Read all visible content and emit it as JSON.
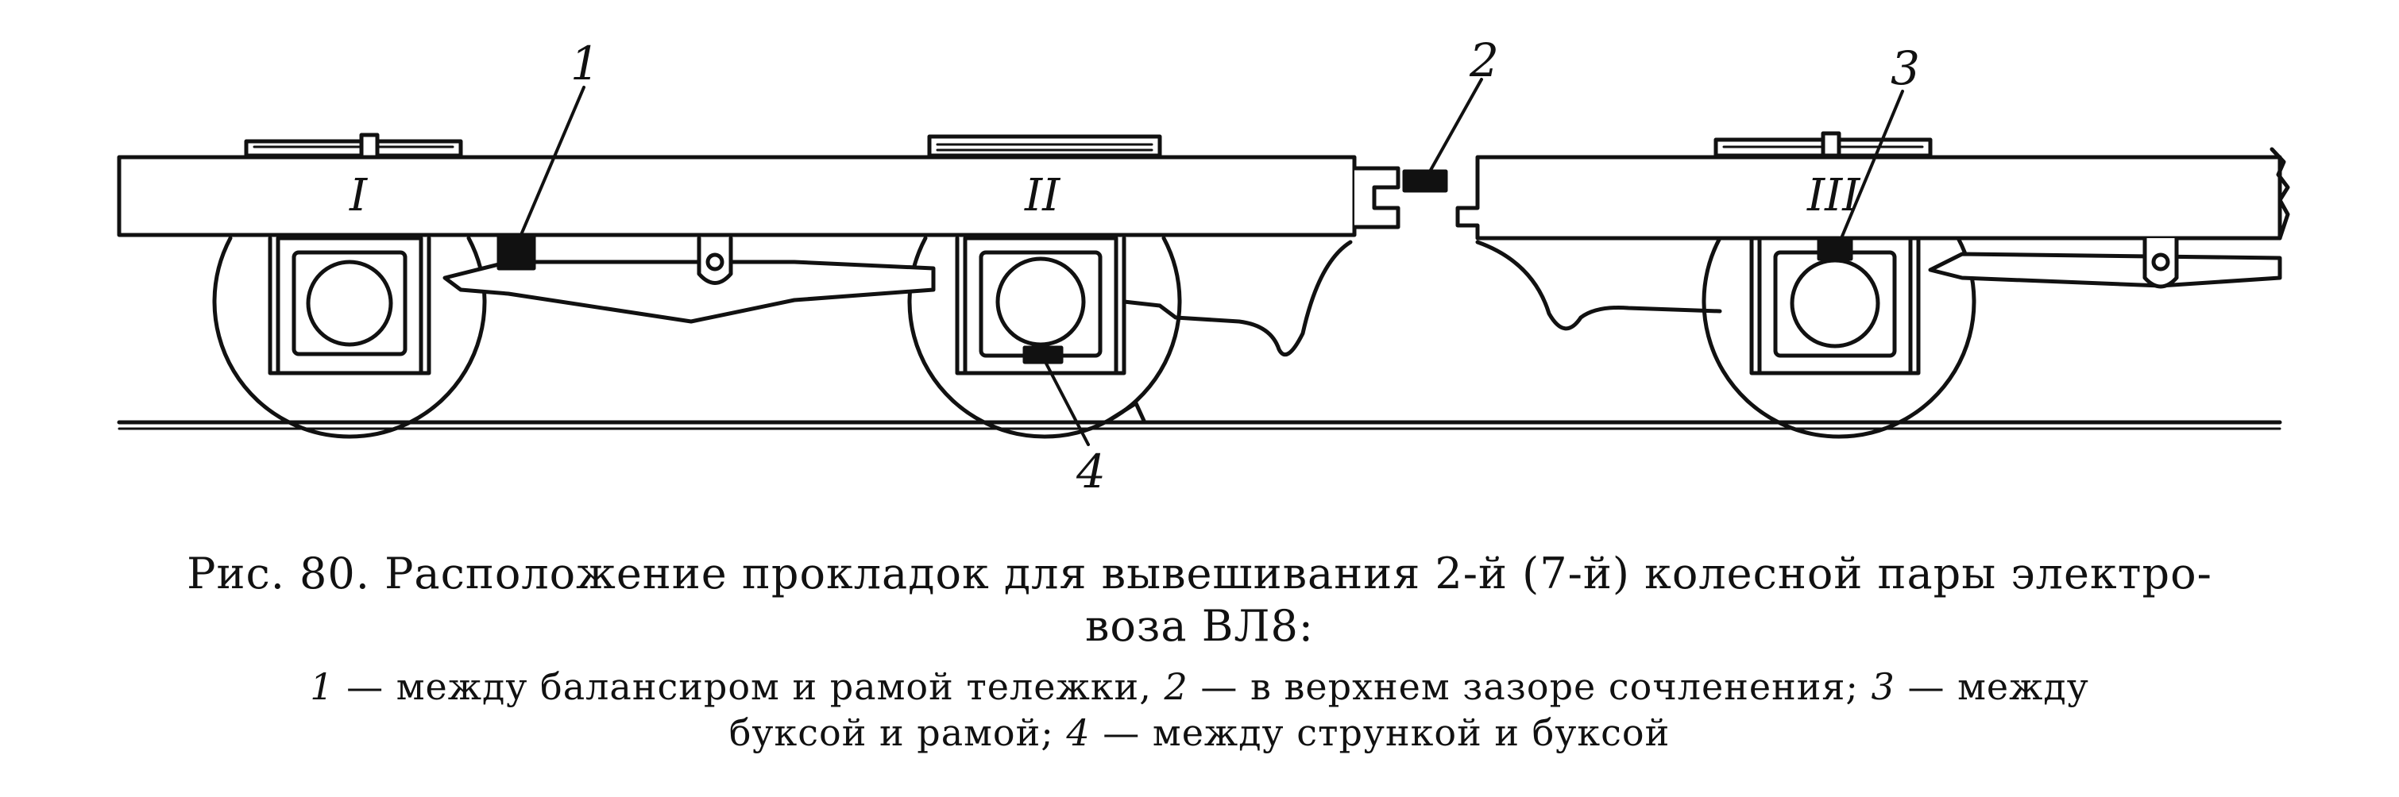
{
  "figure": {
    "callouts": [
      "1",
      "2",
      "3",
      "4"
    ],
    "bogie_labels": [
      "I",
      "II",
      "III"
    ]
  },
  "caption": {
    "title_line1": "Рис. 80. Расположение прокладок для вывешивания 2-й (7-й) колесной пары электро-",
    "title_line2": "воза ВЛ8:",
    "legend": [
      {
        "num": "1",
        "text": " — между балансиром и рамой тележки, "
      },
      {
        "num": "2",
        "text": " — в верхнем зазоре сочленения; "
      },
      {
        "num": "3",
        "text": " — между"
      },
      {
        "num": "",
        "text": "буксой и рамой; "
      },
      {
        "num": "4",
        "text": " — между стрункой и буксой"
      }
    ]
  }
}
